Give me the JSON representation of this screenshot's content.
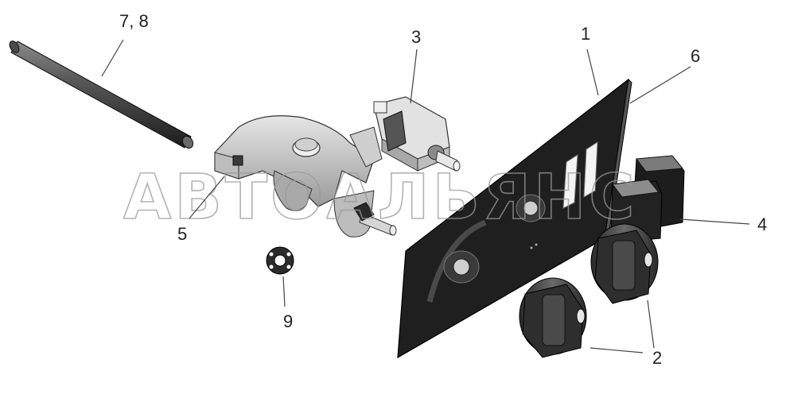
{
  "diagram": {
    "callouts": [
      {
        "id": "c1",
        "label": "1"
      },
      {
        "id": "c2",
        "label": "2"
      },
      {
        "id": "c3",
        "label": "3"
      },
      {
        "id": "c4",
        "label": "4"
      },
      {
        "id": "c5",
        "label": "5"
      },
      {
        "id": "c6",
        "label": "6"
      },
      {
        "id": "c78",
        "label": "7, 8"
      },
      {
        "id": "c9",
        "label": "9"
      }
    ],
    "watermark": "АВТОАЛЬЯНС"
  },
  "colors": {
    "panel": "#1e1e1e",
    "part_light": "#d8d8d8",
    "part_mid": "#9c9c9c",
    "part_dark": "#3a3a3a",
    "leader": "#444444"
  }
}
